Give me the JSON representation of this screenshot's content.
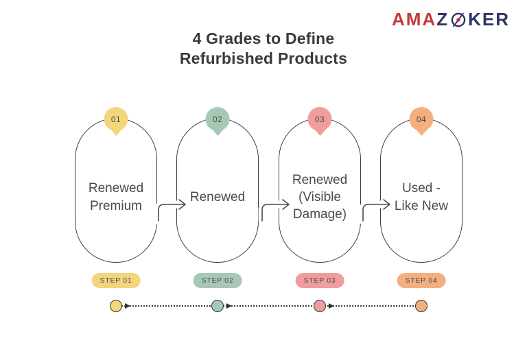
{
  "logo": {
    "text_red": "AMA",
    "text_z": "Z",
    "text_ker": "KER"
  },
  "title": {
    "line1": "4 Grades to Define",
    "line2": "Refurbished Products"
  },
  "steps": [
    {
      "pin_number": "01",
      "label": "Renewed\nPremium",
      "badge": "STEP 01",
      "color": "#F3D57C"
    },
    {
      "pin_number": "02",
      "label": "Renewed",
      "badge": "STEP 02",
      "color": "#A8C8B6"
    },
    {
      "pin_number": "03",
      "label": "Renewed\n(Visible\nDamage)",
      "badge": "STEP 03",
      "color": "#F19C9D"
    },
    {
      "pin_number": "04",
      "label": "Used -\nLike New",
      "badge": "STEP 04",
      "color": "#F4AF7E"
    }
  ],
  "icons": {
    "compass": "compass-icon",
    "flow_arrow": "flow-arrow-icon",
    "timeline_arrowhead": "timeline-arrowhead-icon"
  },
  "colors": {
    "logo-red": "#C23A3A",
    "logo-navy": "#2E3564",
    "title-ink": "#3A3A3A",
    "ink": "#4A4A4A",
    "outline": "#3D3D3D",
    "timeline": "#3B3B3B"
  }
}
